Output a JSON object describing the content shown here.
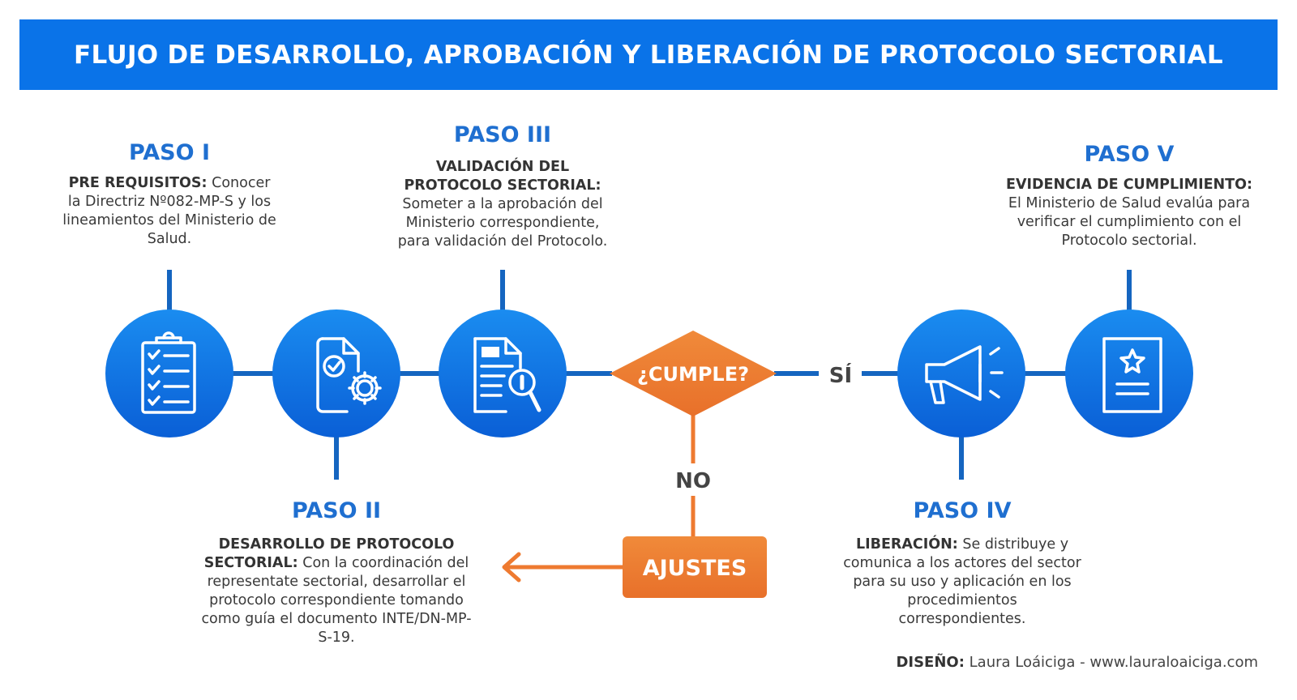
{
  "title": "FLUJO DE DESARROLLO, APROBACIÓN Y LIBERACIÓN DE PROTOCOLO SECTORIAL",
  "steps": [
    {
      "title": "PASO I",
      "lead": "PRE REQUISITOS:",
      "body": "Conocer la Directriz Nº082-MP-S y los lineamientos del Ministerio de Salud.",
      "icon": "clipboard-checklist-icon"
    },
    {
      "title": "PASO II",
      "lead": "DESARROLLO DE PROTOCOLO SECTORIAL:",
      "body": "Con la coordinación del representate sectorial, desarrollar el protocolo correspondiente tomando como guía el documento INTE/DN-MP-S-19.",
      "icon": "document-gear-icon"
    },
    {
      "title": "PASO III",
      "lead": "VALIDACIÓN DEL PROTOCOLO SECTORIAL:",
      "body": "Someter a la aprobación del Ministerio correspondiente, para validación del Protocolo.",
      "icon": "document-magnifier-icon"
    },
    {
      "title": "PASO IV",
      "lead": "LIBERACIÓN:",
      "body": "Se distribuye y comunica a los actores del sector para su uso y aplicación en los procedimientos correspondientes.",
      "icon": "megaphone-icon"
    },
    {
      "title": "PASO V",
      "lead": "EVIDENCIA DE CUMPLIMIENTO:",
      "body": "El Ministerio de Salud evalúa para verificar el cumplimiento con el Protocolo sectorial.",
      "icon": "certificate-star-icon"
    }
  ],
  "decision": {
    "label": "¿CUMPLE?",
    "yes_label": "SÍ",
    "no_label": "NO"
  },
  "adjust": {
    "label": "AJUSTES"
  },
  "credit": {
    "lead": "DISEÑO:",
    "text": "Laura Loáiciga - www.lauraloaiciga.com"
  },
  "colors": {
    "banner": "#0a73e8",
    "step_circle": "#0a73e8",
    "connector": "#1565c0",
    "title_text": "#1f6fd0",
    "decision": "#ee7a30",
    "adjust": "#ee7a30"
  }
}
